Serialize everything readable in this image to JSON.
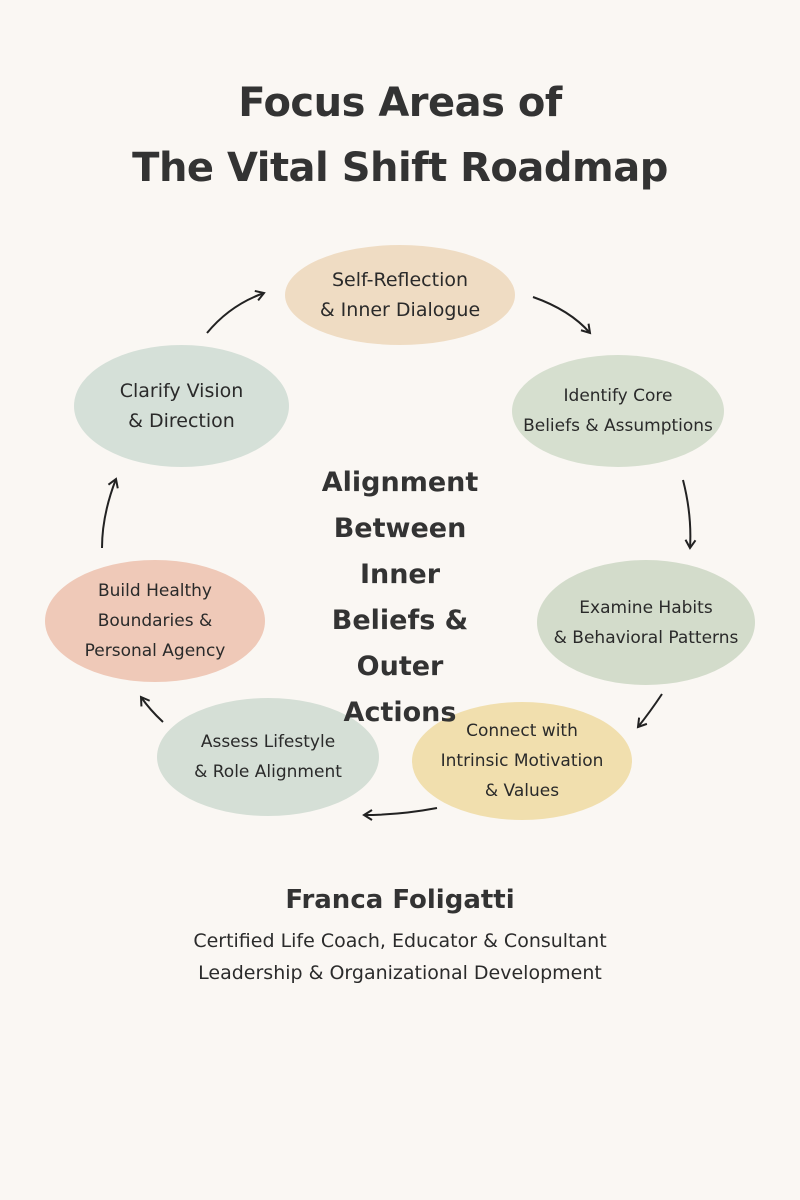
{
  "title": {
    "line1": "Focus Areas of",
    "line2": "The Vital Shift Roadmap"
  },
  "center_text": [
    "Alignment",
    "Between Inner",
    "Beliefs & Outer",
    "Actions"
  ],
  "nodes": [
    {
      "lines": [
        "Self-Reflection",
        "& Inner Dialogue"
      ],
      "color": "#efdcc3"
    },
    {
      "lines": [
        "Identify Core",
        "Beliefs & Assumptions"
      ],
      "color": "#d6dfcf"
    },
    {
      "lines": [
        "Examine Habits",
        "& Behavioral Patterns"
      ],
      "color": "#d3dccb"
    },
    {
      "lines": [
        "Connect with",
        "Intrinsic Motivation",
        "& Values"
      ],
      "color": "#f1dfae"
    },
    {
      "lines": [
        "Assess Lifestyle",
        "& Role Alignment"
      ],
      "color": "#d5dfd6"
    },
    {
      "lines": [
        "Build Healthy",
        "Boundaries &",
        "Personal Agency"
      ],
      "color": "#efc9b8"
    },
    {
      "lines": [
        "Clarify Vision",
        "& Direction"
      ],
      "color": "#d5e0d8"
    }
  ],
  "author": {
    "name": "Franca Foligatti",
    "line1": "Certified Life Coach, Educator & Consultant",
    "line2": "Leadership & Organizational Development"
  }
}
